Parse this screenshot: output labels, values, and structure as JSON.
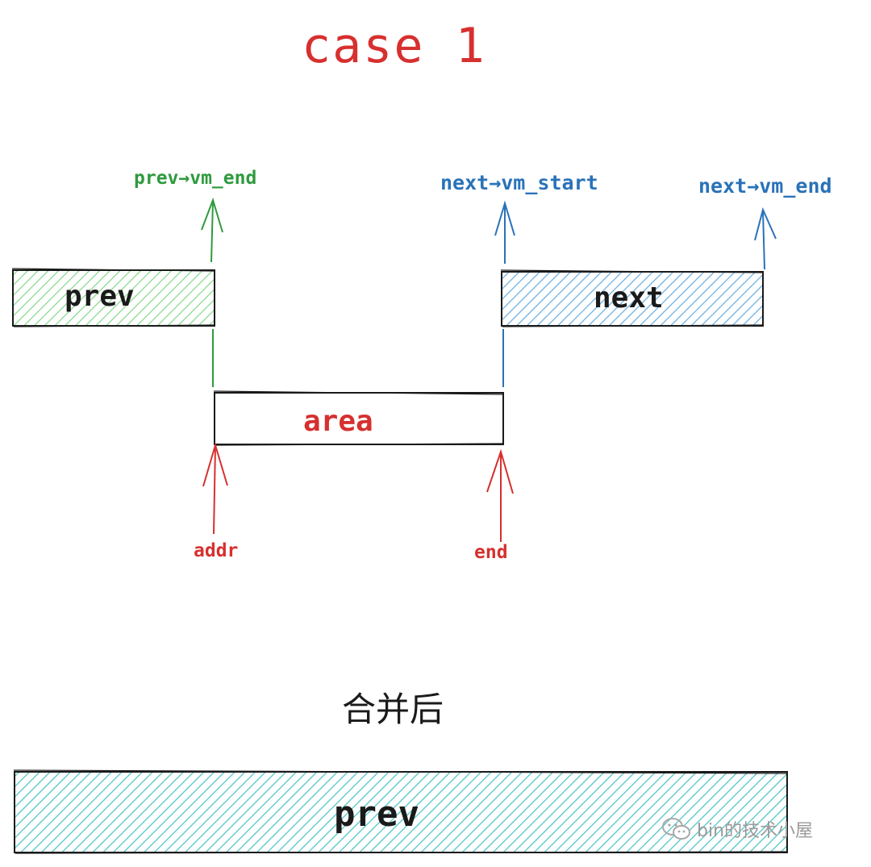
{
  "title": "case 1",
  "colors": {
    "green": "#2f9a3e",
    "blue": "#2a72b8",
    "red": "#d6302f",
    "prev_fill": "#86d98e",
    "next_fill": "#6aaee0",
    "merged_fill": "#4cc4c4"
  },
  "boxes": {
    "prev": "prev",
    "next": "next",
    "area": "area",
    "merged": "prev"
  },
  "labels": {
    "prev_vm_end": "prev→vm_end",
    "next_vm_start": "next→vm_start",
    "next_vm_end": "next→vm_end",
    "addr": "addr",
    "end": "end"
  },
  "merge_caption": "合并后",
  "watermark": "bin的技术小屋"
}
